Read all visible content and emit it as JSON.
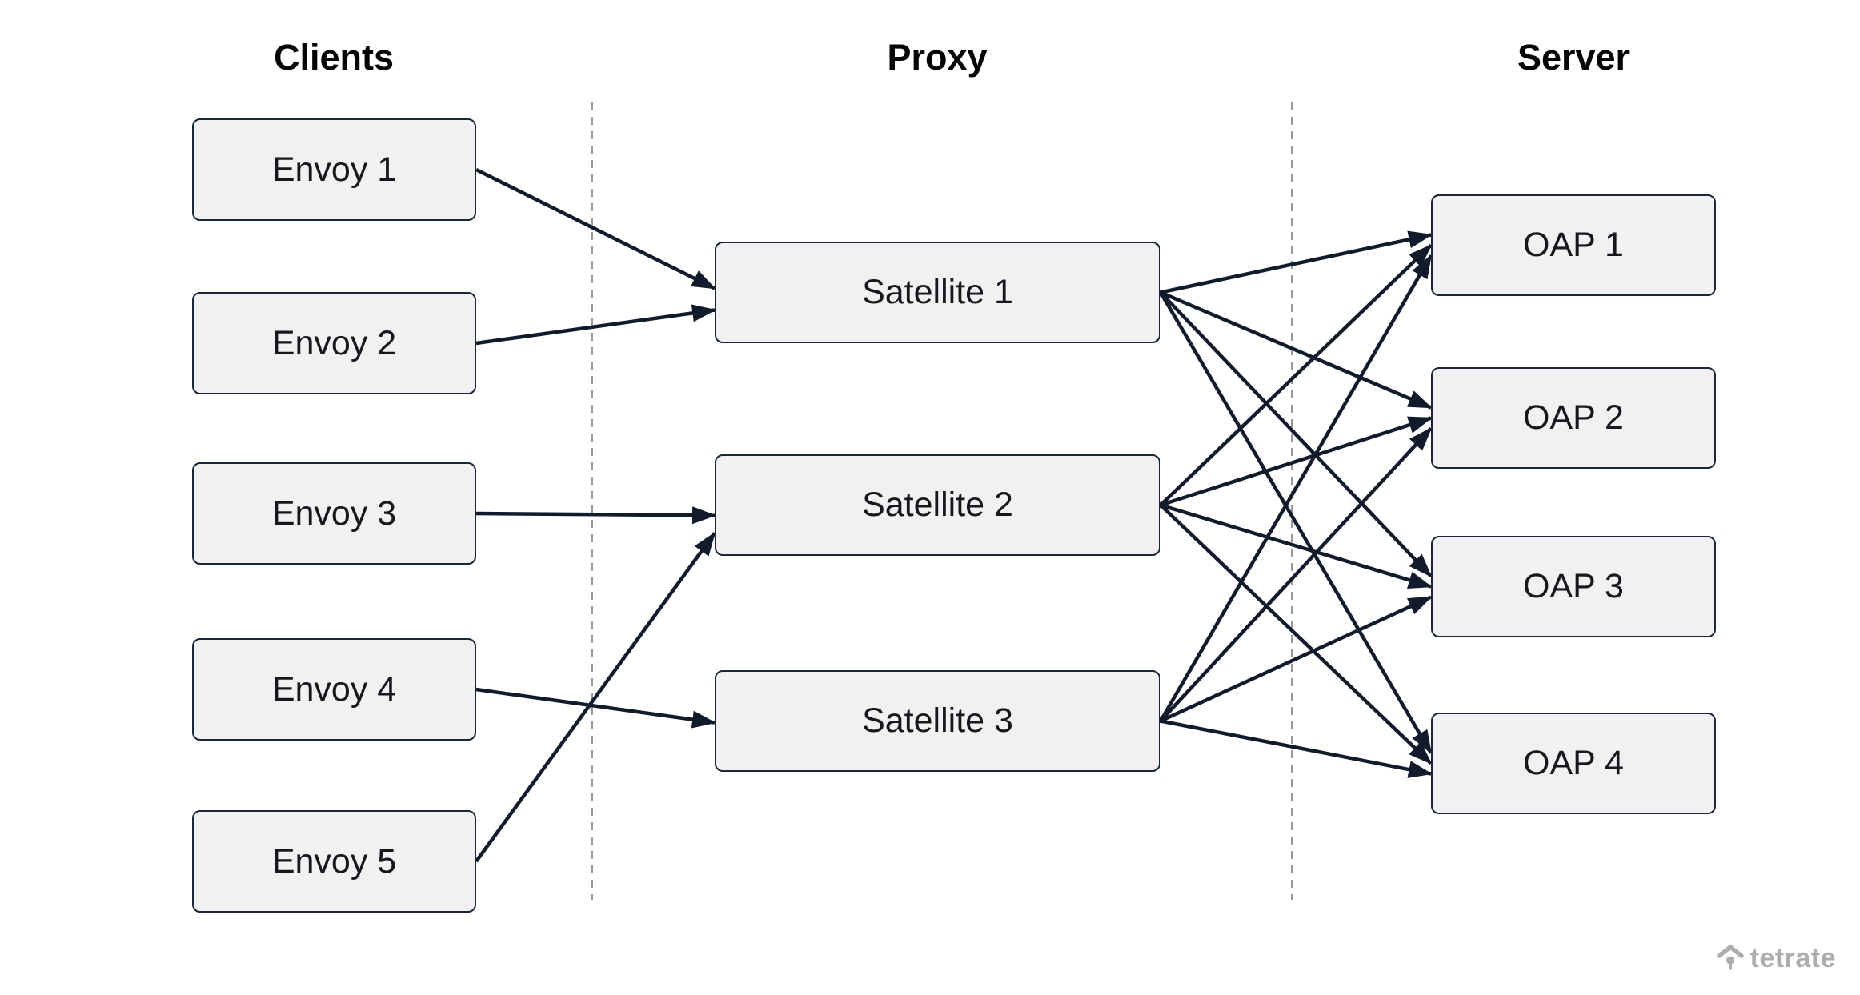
{
  "diagram": {
    "columns": [
      {
        "id": "clients",
        "header": "Clients",
        "nodes": [
          {
            "id": "envoy1",
            "label": "Envoy 1"
          },
          {
            "id": "envoy2",
            "label": "Envoy 2"
          },
          {
            "id": "envoy3",
            "label": "Envoy 3"
          },
          {
            "id": "envoy4",
            "label": "Envoy 4"
          },
          {
            "id": "envoy5",
            "label": "Envoy 5"
          }
        ]
      },
      {
        "id": "proxy",
        "header": "Proxy",
        "nodes": [
          {
            "id": "satellite1",
            "label": "Satellite 1"
          },
          {
            "id": "satellite2",
            "label": "Satellite 2"
          },
          {
            "id": "satellite3",
            "label": "Satellite 3"
          }
        ]
      },
      {
        "id": "server",
        "header": "Server",
        "nodes": [
          {
            "id": "oap1",
            "label": "OAP 1"
          },
          {
            "id": "oap2",
            "label": "OAP 2"
          },
          {
            "id": "oap3",
            "label": "OAP 3"
          },
          {
            "id": "oap4",
            "label": "OAP 4"
          }
        ]
      }
    ],
    "edges": [
      {
        "from": "envoy1",
        "to": "satellite1"
      },
      {
        "from": "envoy2",
        "to": "satellite1"
      },
      {
        "from": "envoy3",
        "to": "satellite2"
      },
      {
        "from": "envoy5",
        "to": "satellite2"
      },
      {
        "from": "envoy4",
        "to": "satellite3"
      },
      {
        "from": "satellite1",
        "to": "oap1"
      },
      {
        "from": "satellite1",
        "to": "oap2"
      },
      {
        "from": "satellite1",
        "to": "oap3"
      },
      {
        "from": "satellite1",
        "to": "oap4"
      },
      {
        "from": "satellite2",
        "to": "oap1"
      },
      {
        "from": "satellite2",
        "to": "oap2"
      },
      {
        "from": "satellite2",
        "to": "oap3"
      },
      {
        "from": "satellite2",
        "to": "oap4"
      },
      {
        "from": "satellite3",
        "to": "oap1"
      },
      {
        "from": "satellite3",
        "to": "oap2"
      },
      {
        "from": "satellite3",
        "to": "oap3"
      },
      {
        "from": "satellite3",
        "to": "oap4"
      }
    ],
    "colors": {
      "background": "#ffffff",
      "node_fill": "#f1f1f2",
      "node_border": "#1b2638",
      "edge": "#111b2b",
      "separator": "#999999",
      "header_text": "#050505",
      "label_text": "#16181d",
      "watermark": "#adadad"
    },
    "watermark": {
      "text": "tetrate"
    }
  }
}
